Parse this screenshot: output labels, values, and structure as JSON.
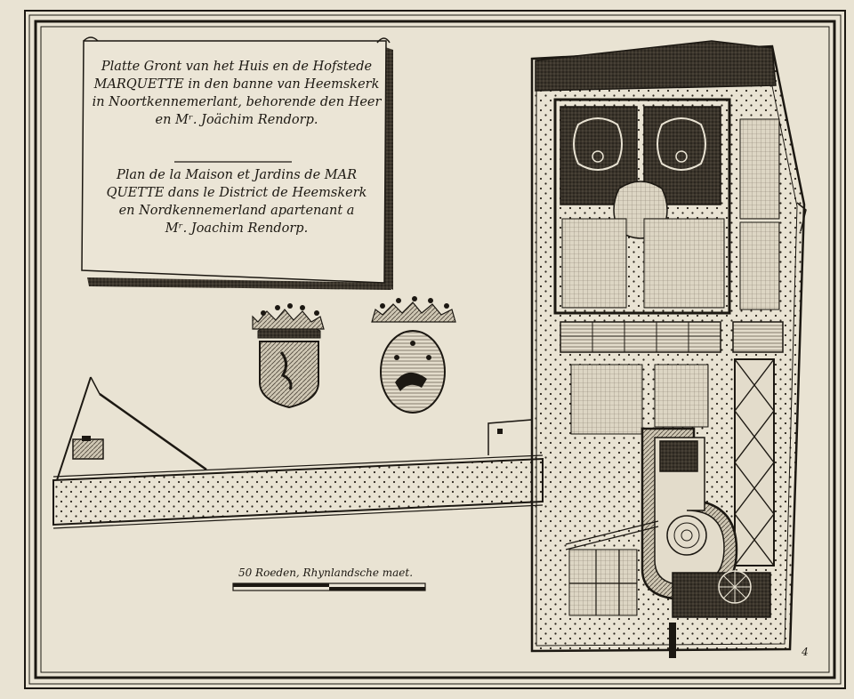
{
  "cartouche": {
    "dutch": [
      "Platte Gront van het Huis en de Hofstede",
      "MARQUETTE in den banne van Heemskerk",
      "in Noortkennemerlant, behorende den Heer",
      "en Mʳ. Joächim Rendorp."
    ],
    "french": [
      "Plan de la Maison et Jardins de MAR",
      "QUETTE dans le District de Heemskerk",
      "en Nordkennemerland apartenant a",
      "Mʳ. Joachim Rendorp."
    ]
  },
  "scale_bar": {
    "label": "50 Roeden, Rhynlandsche maet."
  },
  "plate_number": "4",
  "colors": {
    "paper": "#e9e3d3",
    "ink": "#1c1812",
    "hatch": "#2a241c"
  },
  "icons": [
    "coat-of-arms-shield-icon",
    "coat-of-arms-oval-icon",
    "crown-icon"
  ]
}
